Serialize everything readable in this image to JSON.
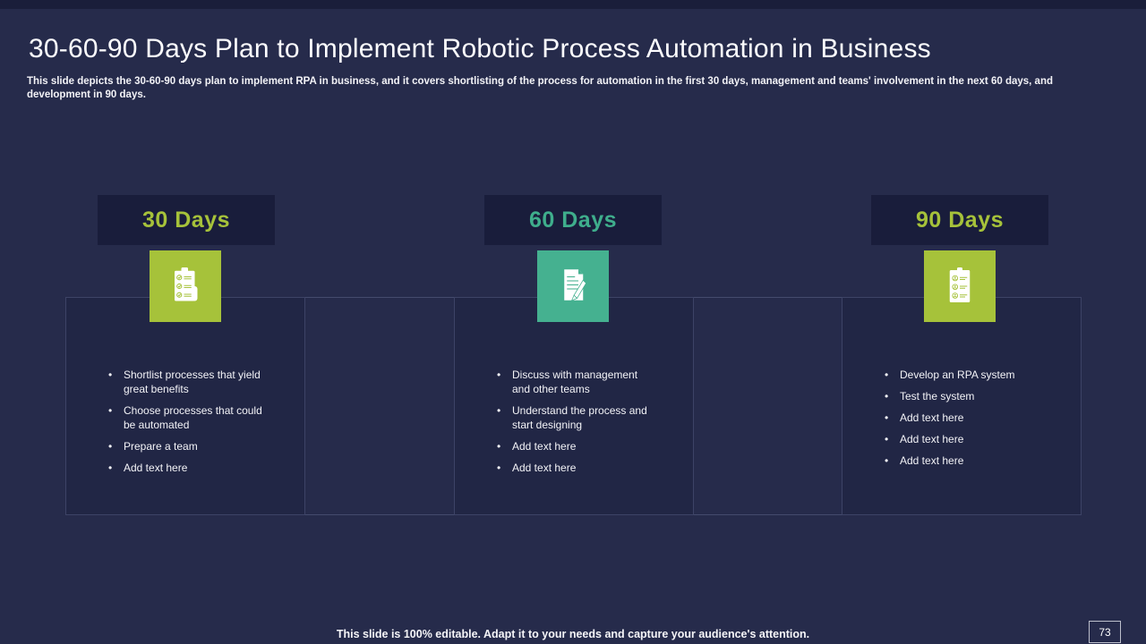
{
  "slide": {
    "title": "30-60-90 Days Plan to Implement Robotic Process Automation in Business",
    "subtitle": "This slide depicts the 30-60-90 days plan to implement RPA in business, and it covers shortlisting of the process for automation in the first 30 days, management and teams' involvement in the next 60 days, and development in 90 days.",
    "footer": "This slide is 100% editable. Adapt it to your needs and capture your audience's attention.",
    "page_number": "73"
  },
  "colors": {
    "background": "#262B4B",
    "top_bar": "#1A1E3A",
    "header_panel": "#191D3B",
    "card_background": "#212645",
    "card_border": "#3D4366",
    "green_accent": "#A6C23A",
    "teal_accent": "#45B190",
    "teal_text": "#3FAE8C",
    "text": "#FFFFFF"
  },
  "columns": [
    {
      "label": "30 Days",
      "icon": "checklist-clipboard-icon",
      "bullets": [
        "Shortlist processes that yield great benefits",
        "Choose processes that could be automated",
        "Prepare a team",
        "Add text here"
      ]
    },
    {
      "label": "60 Days",
      "icon": "document-pen-icon",
      "bullets": [
        "Discuss with management and other teams",
        "Understand the process and start designing",
        "Add text here",
        "Add text here"
      ]
    },
    {
      "label": "90 Days",
      "icon": "team-checklist-clipboard-icon",
      "bullets": [
        "Develop an RPA system",
        "Test the system",
        "Add text here",
        "Add text here",
        "Add text here"
      ]
    }
  ]
}
